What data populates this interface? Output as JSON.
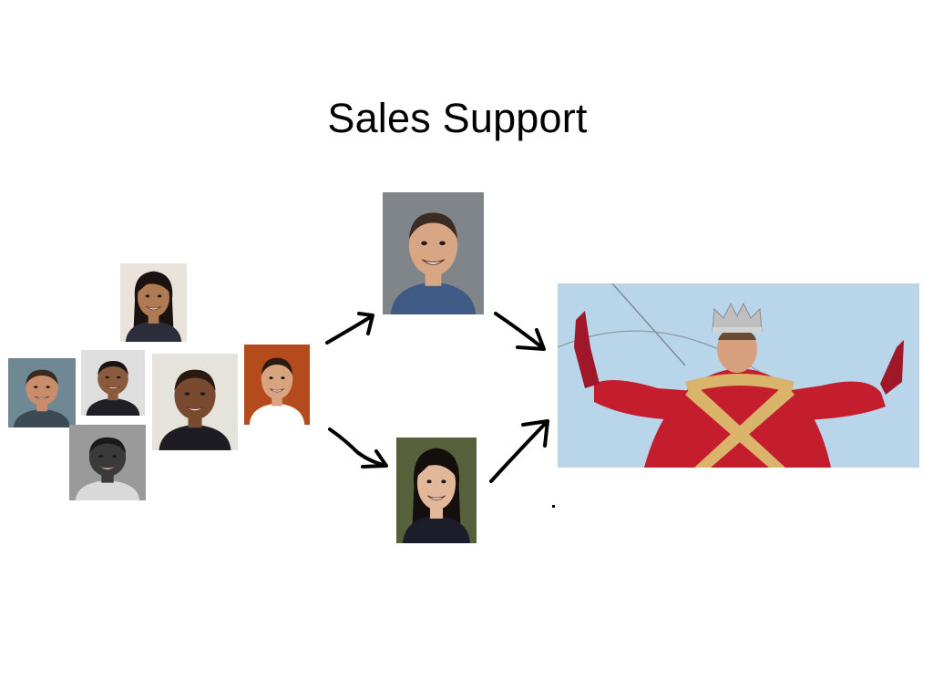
{
  "slide": {
    "title": "Sales Support"
  },
  "people": {
    "team_members": [
      {
        "name": "team-member-woman-top",
        "skin": "#b07a55",
        "hair": "#1a1210",
        "shirt": "#2b2e3a",
        "bg": "#e9e3dc"
      },
      {
        "name": "team-member-smiling-man-left",
        "skin": "#c98d6c",
        "hair": "#3a2a1f",
        "shirt": "#3b4a55",
        "bg": "#6f8896"
      },
      {
        "name": "team-member-man-suit-small",
        "skin": "#8a5a3c",
        "hair": "#1b1412",
        "shirt": "#1f1f25",
        "bg": "#dedede"
      },
      {
        "name": "team-member-man-suit-large",
        "skin": "#7a4a30",
        "hair": "#2a1a12",
        "shirt": "#1c1c22",
        "bg": "#e6e2dc"
      },
      {
        "name": "team-member-man-orange-bg",
        "skin": "#d9a37f",
        "hair": "#2a1c14",
        "shirt": "#ffffff",
        "bg": "#b54a1c"
      },
      {
        "name": "team-member-man-grayscale",
        "skin": "#3a3a3a",
        "hair": "#1a1a1a",
        "shirt": "#d9d9d9",
        "bg": "#9a9a9a"
      }
    ],
    "manager_top": {
      "name": "manager-man-top",
      "skin": "#d8a585",
      "hair": "#3b2b22",
      "shirt": "#3f5a85",
      "bg": "#7f8588"
    },
    "manager_bottom": {
      "name": "manager-woman-bottom",
      "skin": "#e3b79a",
      "hair": "#140f0d",
      "shirt": "#1c1d2a",
      "bg": "#56613b"
    },
    "king": {
      "name": "king-figure",
      "robe": "#c41e2e",
      "gold": "#d9b46a",
      "sky": "#b9d5ea",
      "skin": "#d6a07f",
      "crown": "#bfbfbf"
    }
  }
}
